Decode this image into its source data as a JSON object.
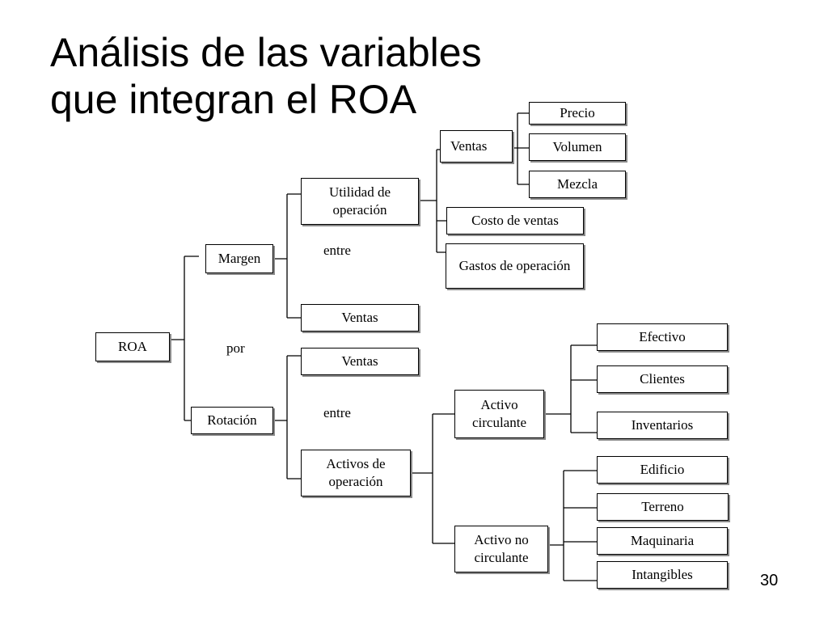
{
  "slide": {
    "title_lines": [
      "Análisis de las variables",
      "que integran el ROA"
    ],
    "page_number": "30"
  },
  "diagram": {
    "root": "ROA",
    "operators": {
      "multiply": "por",
      "divide_margin": "entre",
      "divide_rotation": "entre"
    },
    "margin": {
      "label": "Margen",
      "numerator": "Utilidad de operación",
      "denominator": "Ventas",
      "sales": {
        "label": "Ventas",
        "items": [
          "Precio",
          "Volumen",
          "Mezcla"
        ]
      },
      "cost_of_sales": "Costo de ventas",
      "operating_expenses": "Gastos de operación"
    },
    "rotation": {
      "label": "Rotación",
      "numerator": "Ventas",
      "denominator": "Activos de operación",
      "current_assets": {
        "label": "Activo circulante",
        "items": [
          "Efectivo",
          "Clientes",
          "Inventarios"
        ]
      },
      "noncurrent_assets": {
        "label": "Activo no circulante",
        "items": [
          "Edificio",
          "Terreno",
          "Maquinaria",
          "Intangibles"
        ]
      }
    }
  }
}
